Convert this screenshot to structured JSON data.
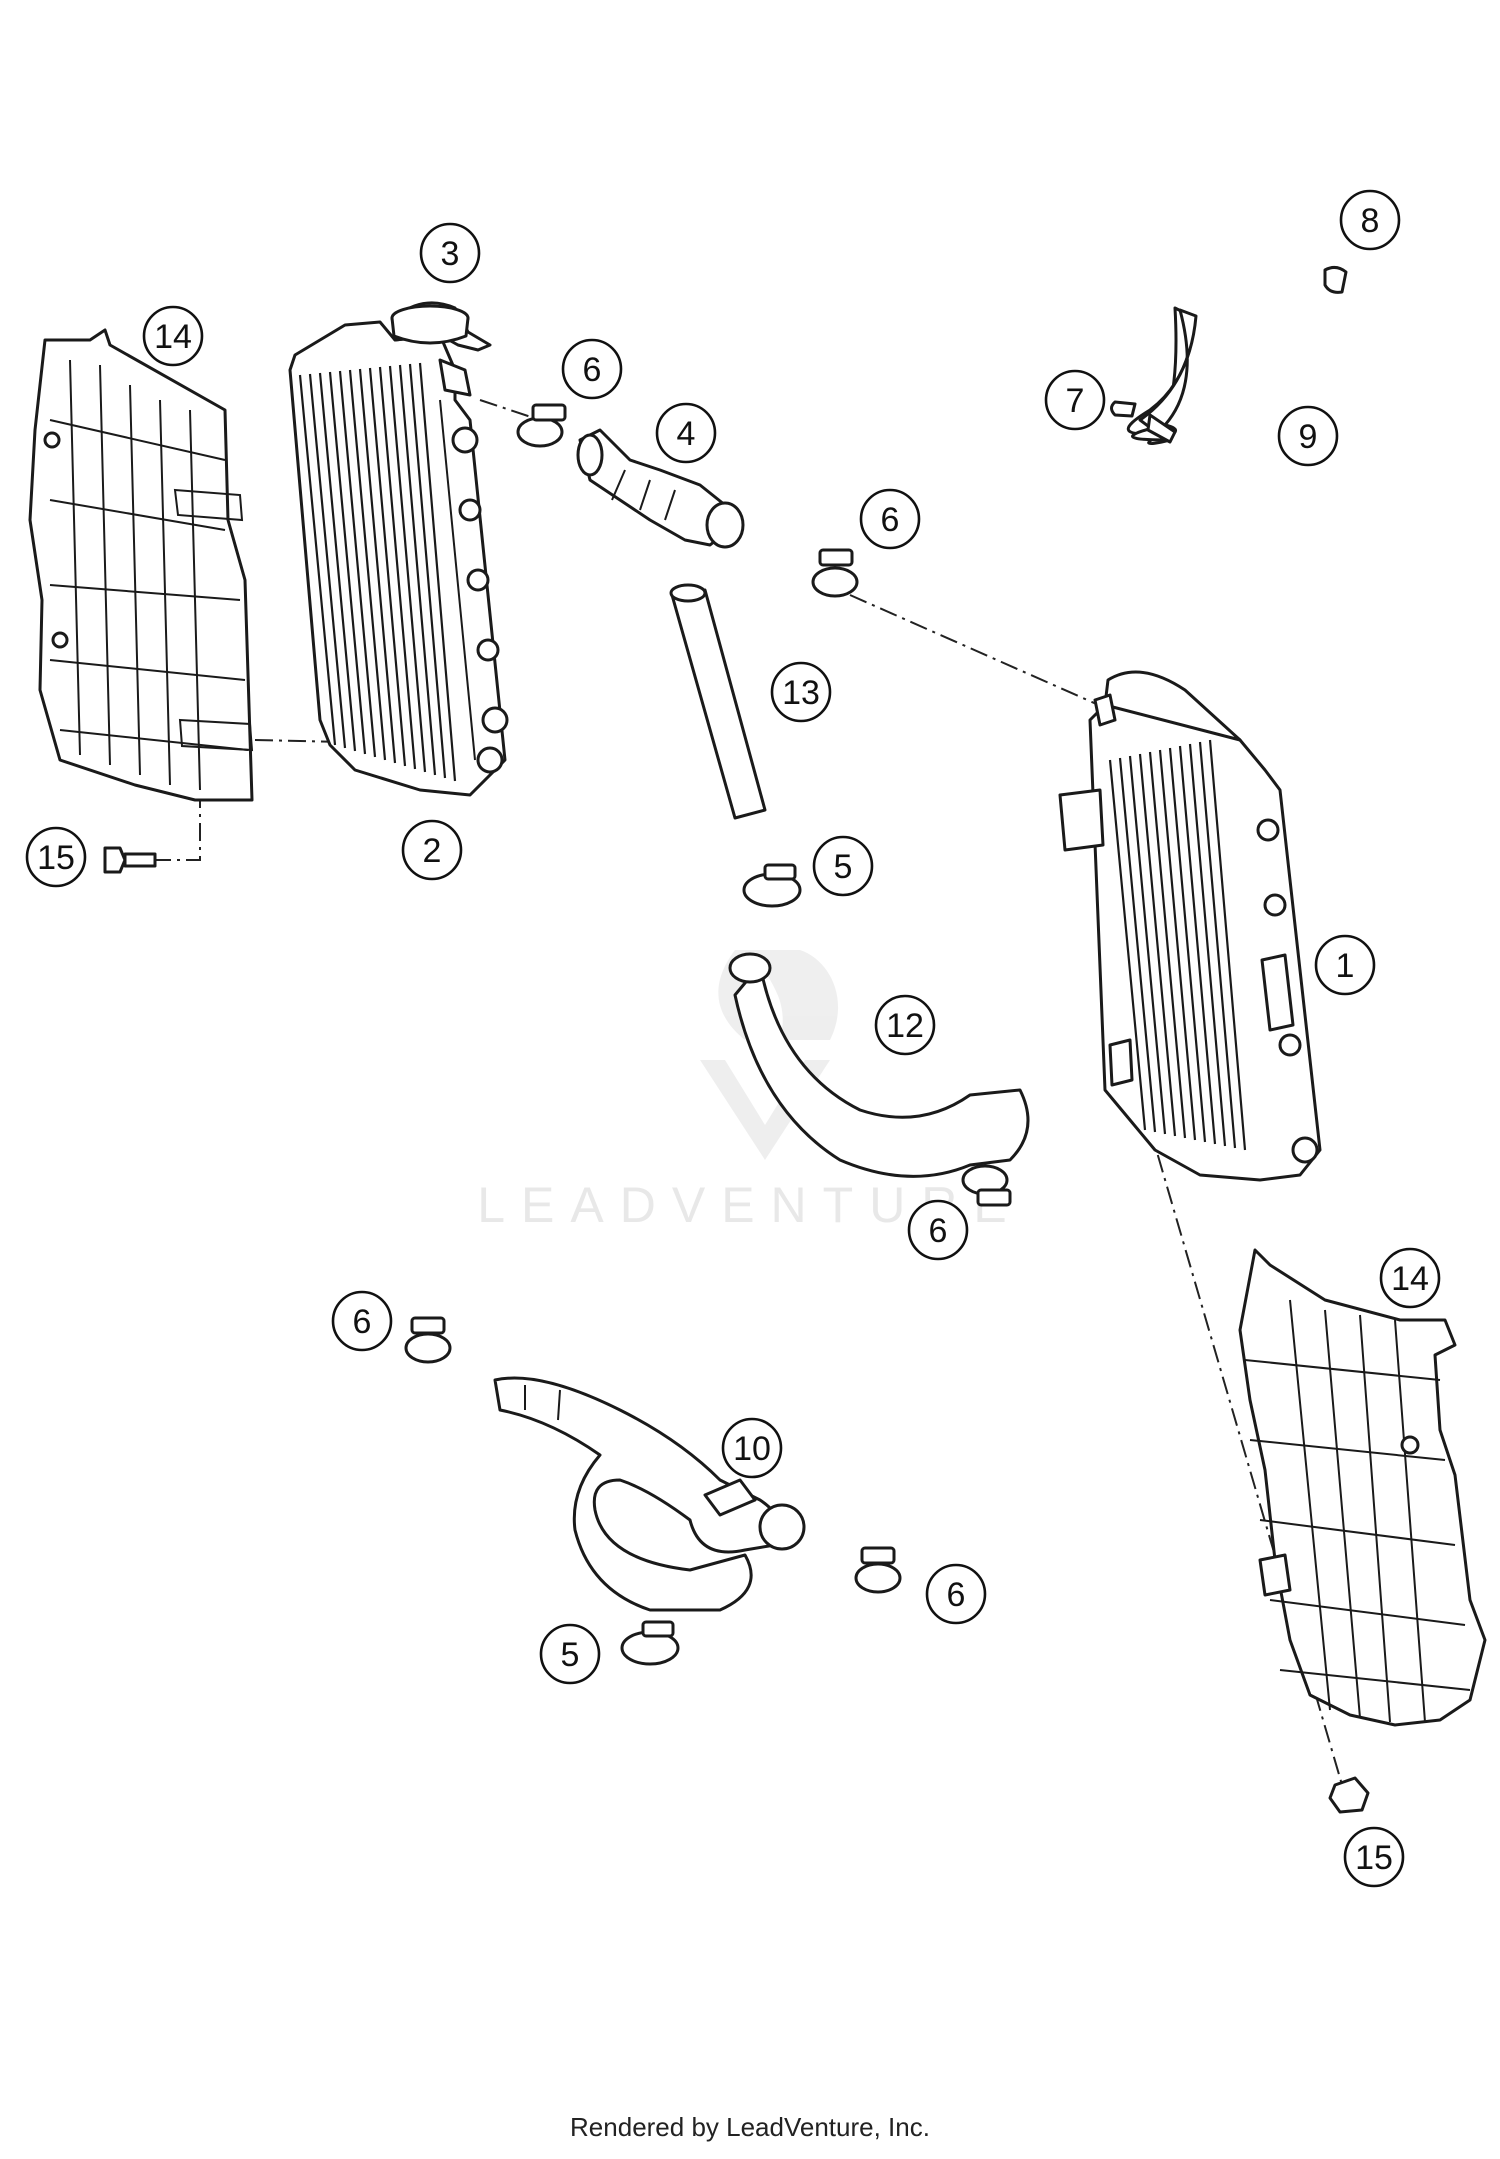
{
  "watermark": {
    "text": "LEADVENTURE"
  },
  "footer": {
    "text": "Rendered by LeadVenture, Inc."
  },
  "callouts": [
    {
      "id": "c1",
      "label": "1"
    },
    {
      "id": "c2",
      "label": "2"
    },
    {
      "id": "c3",
      "label": "3"
    },
    {
      "id": "c4",
      "label": "4"
    },
    {
      "id": "c5a",
      "label": "5"
    },
    {
      "id": "c5b",
      "label": "5"
    },
    {
      "id": "c6a",
      "label": "6"
    },
    {
      "id": "c6b",
      "label": "6"
    },
    {
      "id": "c6c",
      "label": "6"
    },
    {
      "id": "c6d",
      "label": "6"
    },
    {
      "id": "c6e",
      "label": "6"
    },
    {
      "id": "c7",
      "label": "7"
    },
    {
      "id": "c8",
      "label": "8"
    },
    {
      "id": "c9",
      "label": "9"
    },
    {
      "id": "c10",
      "label": "10"
    },
    {
      "id": "c12",
      "label": "12"
    },
    {
      "id": "c13",
      "label": "13"
    },
    {
      "id": "c14a",
      "label": "14"
    },
    {
      "id": "c14b",
      "label": "14"
    },
    {
      "id": "c15a",
      "label": "15"
    },
    {
      "id": "c15b",
      "label": "15"
    }
  ]
}
